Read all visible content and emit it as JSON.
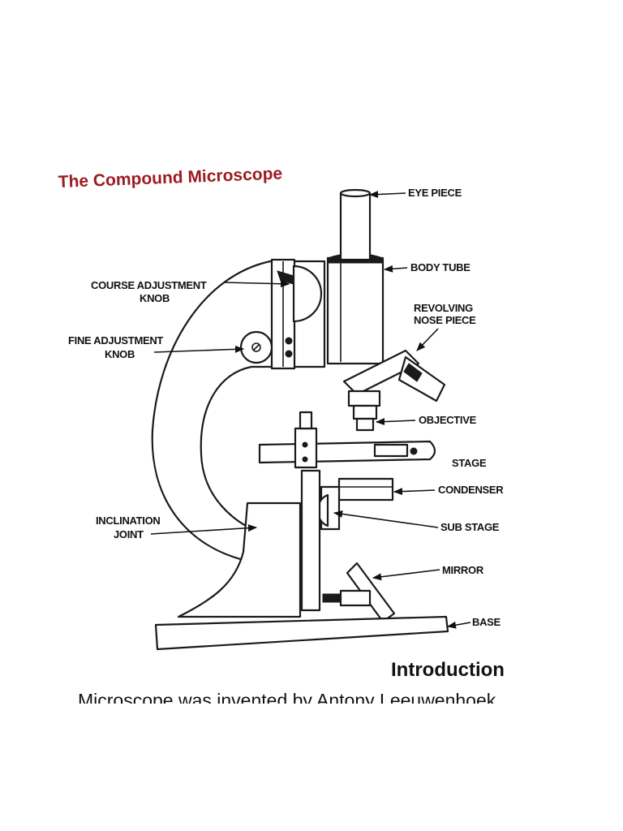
{
  "title": "The Compound Microscope",
  "colors": {
    "title": "#9b1c22",
    "ink": "#1a1a1a",
    "background": "#ffffff"
  },
  "labels": {
    "eye_piece": "EYE PIECE",
    "body_tube": "BODY TUBE",
    "revolving_line1": "REVOLVING",
    "revolving_line2": "NOSE PIECE",
    "coarse_line1": "COURSE ADJUSTMENT",
    "coarse_line2": "KNOB",
    "fine_line1": "FINE ADJUSTMENT",
    "fine_line2": "KNOB",
    "objective": "OBJECTIVE",
    "stage": "STAGE",
    "condenser": "CONDENSER",
    "sub_stage": "SUB STAGE",
    "inclination_line1": "INCLINATION",
    "inclination_line2": "JOINT",
    "mirror": "MIRROR",
    "base": "BASE"
  },
  "introduction": {
    "heading": "Introduction",
    "text": "Microscope was invented by Antony Leeuwenhoek."
  }
}
